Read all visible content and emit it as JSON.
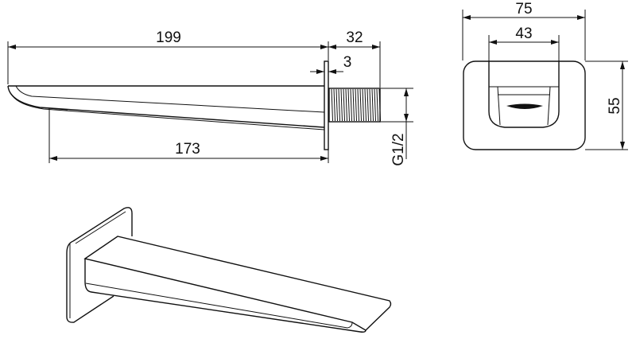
{
  "side_view": {
    "overall_length": "199",
    "thread_length": "32",
    "flange_thickness": "3",
    "spout_reach": "173",
    "thread_size": "G1/2"
  },
  "front_view": {
    "plate_width": "75",
    "spout_width": "43",
    "plate_height": "55"
  },
  "colors": {
    "line": "#111111",
    "background": "#ffffff"
  }
}
